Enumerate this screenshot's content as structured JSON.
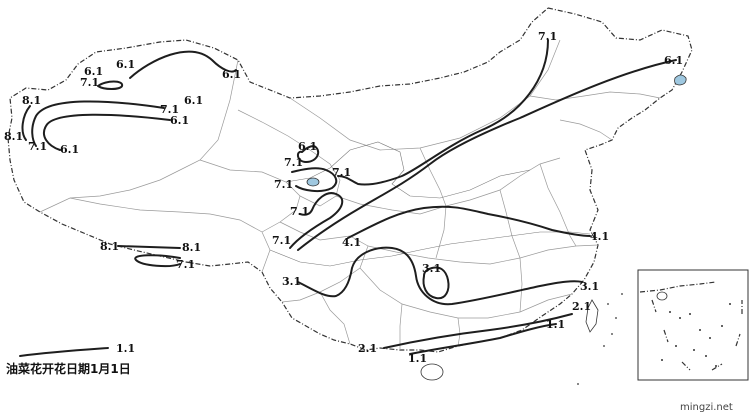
{
  "map": {
    "isolines": [
      {
        "id": "iso-61-nw-top",
        "label": "6.1"
      },
      {
        "id": "iso-71-nw-loop",
        "label": "7.1"
      },
      {
        "id": "iso-81-far-west",
        "label": "8.1"
      },
      {
        "id": "iso-71-far-west",
        "label": "7.1"
      },
      {
        "id": "iso-61-far-west",
        "label": "6.1"
      },
      {
        "id": "iso-81-tibet",
        "label": "8.1"
      },
      {
        "id": "iso-71-tibet",
        "label": "7.1"
      },
      {
        "id": "iso-61-hexi",
        "label": "6.1"
      },
      {
        "id": "iso-71-hexi",
        "label": "7.1"
      },
      {
        "id": "iso-71-qinghai",
        "label": "7.1"
      },
      {
        "id": "iso-71-northeast",
        "label": "7.1"
      },
      {
        "id": "iso-61-northeast",
        "label": "6.1"
      },
      {
        "id": "iso-41-central",
        "label": "4.1"
      },
      {
        "id": "iso-31-south",
        "label": "3.1"
      },
      {
        "id": "iso-31-loop",
        "label": "3.1"
      },
      {
        "id": "iso-21-south",
        "label": "2.1"
      },
      {
        "id": "iso-11-south",
        "label": "1.1"
      }
    ],
    "labels": [
      {
        "id": "l1",
        "text": "6.1"
      },
      {
        "id": "l2",
        "text": "6.1"
      },
      {
        "id": "l3",
        "text": "7.1"
      },
      {
        "id": "l4",
        "text": "8.1"
      },
      {
        "id": "l5",
        "text": "6.1"
      },
      {
        "id": "l6",
        "text": "7.1"
      },
      {
        "id": "l7",
        "text": "8.1"
      },
      {
        "id": "l8",
        "text": "6.1"
      },
      {
        "id": "l9",
        "text": "7.1"
      },
      {
        "id": "l10",
        "text": "6.1"
      },
      {
        "id": "l11",
        "text": "6.1"
      },
      {
        "id": "l12",
        "text": "7.1"
      },
      {
        "id": "l13",
        "text": "7.1"
      },
      {
        "id": "l14",
        "text": "7.1"
      },
      {
        "id": "l15",
        "text": "7.1"
      },
      {
        "id": "l16",
        "text": "7.1"
      },
      {
        "id": "l17",
        "text": "6.1"
      },
      {
        "id": "l18",
        "text": "4.1"
      },
      {
        "id": "l19",
        "text": "7.1"
      },
      {
        "id": "l20",
        "text": "6.1"
      },
      {
        "id": "l21",
        "text": "8.1"
      },
      {
        "id": "l22",
        "text": "8.1"
      },
      {
        "id": "l23",
        "text": "7.1"
      },
      {
        "id": "l24",
        "text": "3.1"
      },
      {
        "id": "l25",
        "text": "3.1"
      },
      {
        "id": "l26",
        "text": "4.1"
      },
      {
        "id": "l27",
        "text": "3.1"
      },
      {
        "id": "l28",
        "text": "2.1"
      },
      {
        "id": "l29",
        "text": "1.1"
      },
      {
        "id": "l30",
        "text": "2.1"
      },
      {
        "id": "l31",
        "text": "1.1"
      }
    ],
    "legend": {
      "line_value": "1.1",
      "caption": "油菜花开花日期1月1日"
    },
    "watermark": "mingzi.net"
  }
}
